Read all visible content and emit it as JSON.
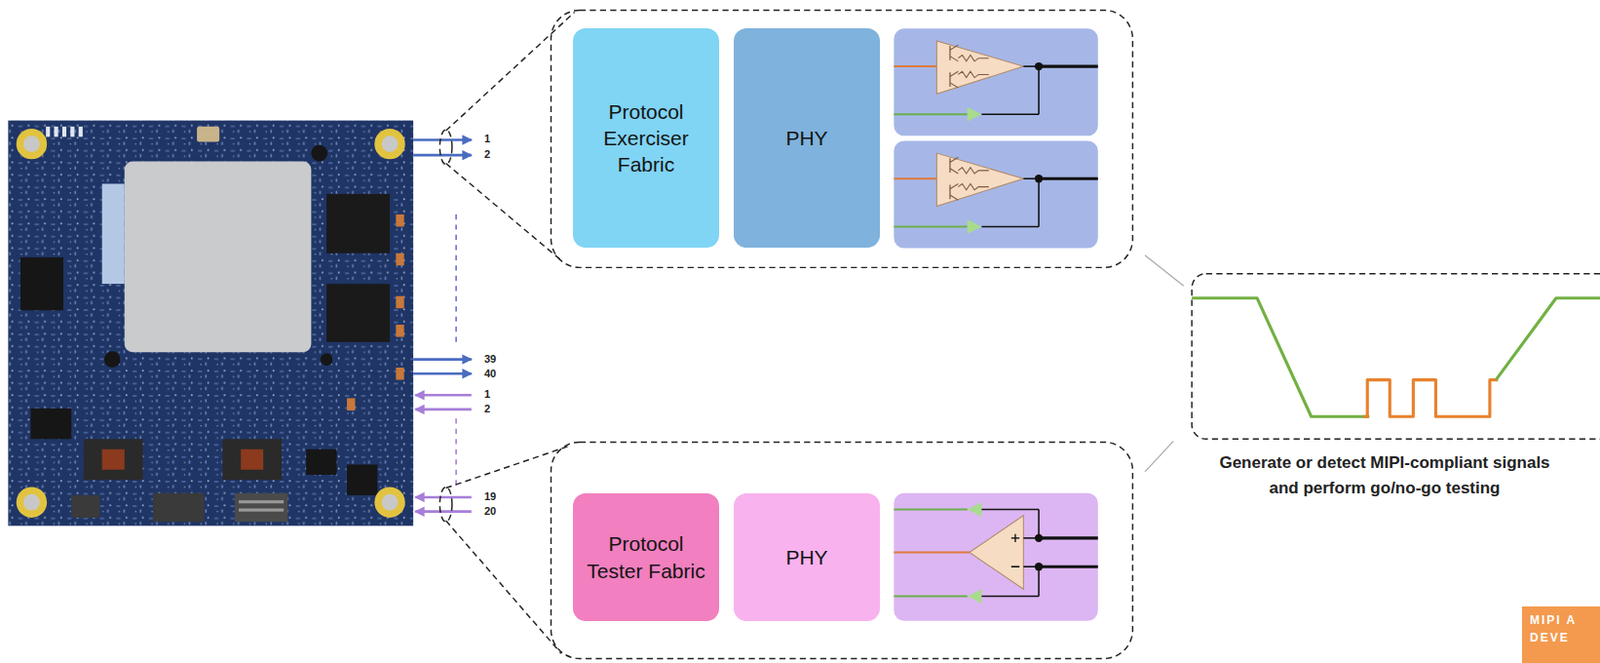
{
  "diagram": {
    "nodes": [
      {
        "text": [
          "Protocol Exerciser Fabric"
        ]
      },
      {
        "text": [
          "PHY"
        ]
      },
      {
        "text": [
          "Generate or detect MIPI-compliant signals and perform go/no-go testing"
        ]
      },
      {
        "text": [
          "Protocol Tester Fabric"
        ]
      },
      {
        "text": [
          "PHY"
        ]
      }
    ],
    "labels": [
      "1",
      "2",
      "39",
      "40",
      "1",
      "2",
      "19",
      "20",
      "MIPI A",
      "DEVE"
    ]
  }
}
